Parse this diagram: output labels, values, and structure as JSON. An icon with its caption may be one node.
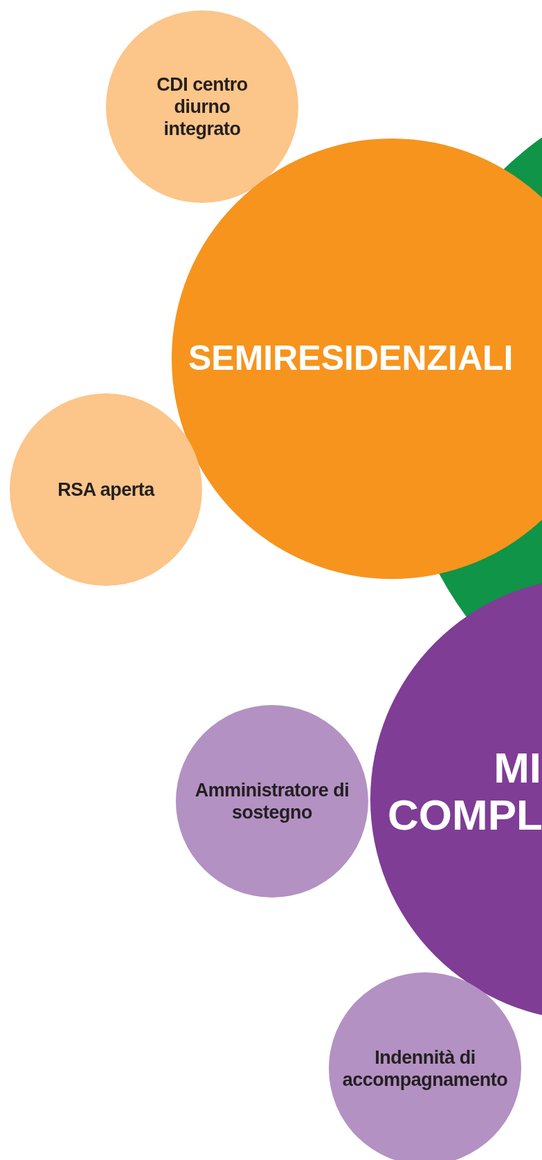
{
  "diagram": {
    "nodes": [
      {
        "text": [
          "CDI centro diurno integrato"
        ]
      },
      {
        "text": [],
        "shape": "circle"
      },
      {
        "text": [
          "SEMIRESIDENZIALI"
        ]
      },
      {
        "text": [
          "RSA aperta"
        ]
      },
      {
        "text": [
          "Amministratore di sostegno"
        ]
      },
      {
        "text": [
          "MI COMPL"
        ]
      },
      {
        "text": [
          "Indennità di accompagnamento"
        ]
      }
    ]
  }
}
